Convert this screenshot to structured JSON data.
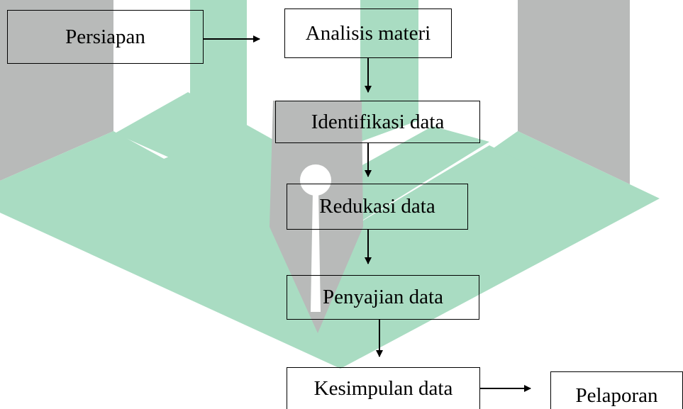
{
  "diagram": {
    "nodes": [
      {
        "id": "persiapan",
        "label": "Persiapan"
      },
      {
        "id": "analisis",
        "label": "Analisis materi"
      },
      {
        "id": "identifikasi",
        "label": "Identifikasi data"
      },
      {
        "id": "reduksi",
        "label": "Redukasi data"
      },
      {
        "id": "penyajian",
        "label": "Penyajian data"
      },
      {
        "id": "kesimpulan",
        "label": "Kesimpulan data"
      },
      {
        "id": "pelaporan",
        "label": "Pelaporan"
      }
    ],
    "edges": [
      {
        "from": "persiapan",
        "to": "analisis"
      },
      {
        "from": "analisis",
        "to": "identifikasi"
      },
      {
        "from": "identifikasi",
        "to": "reduksi"
      },
      {
        "from": "reduksi",
        "to": "penyajian"
      },
      {
        "from": "penyajian",
        "to": "kesimpulan"
      },
      {
        "from": "kesimpulan",
        "to": "pelaporan"
      }
    ]
  },
  "colors": {
    "watermark_gray": "#b8bab9",
    "watermark_green": "#a9dcc2",
    "line": "#000000",
    "text": "#000000"
  }
}
